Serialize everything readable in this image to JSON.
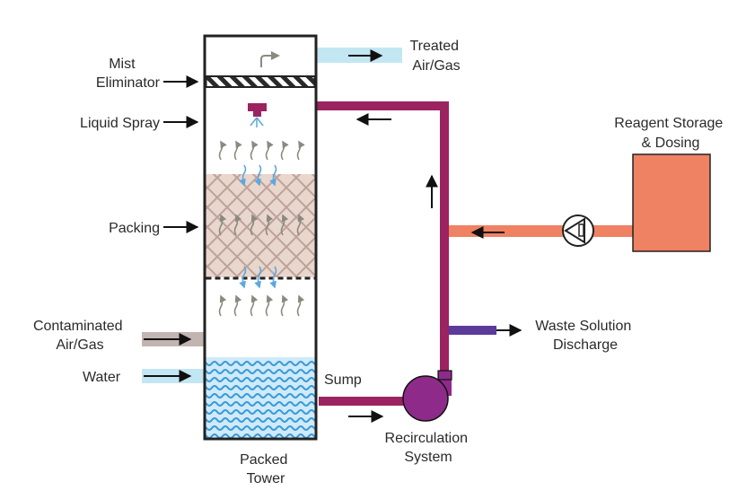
{
  "labels": {
    "mist_eliminator": [
      "Mist",
      "Eliminator"
    ],
    "liquid_spray": "Liquid Spray",
    "packing": "Packing",
    "contaminated": [
      "Contaminated",
      "Air/Gas"
    ],
    "water": "Water",
    "treated": [
      "Treated",
      "Air/Gas"
    ],
    "reagent": [
      "Reagent Storage",
      "& Dosing"
    ],
    "waste": [
      "Waste Solution",
      "Discharge"
    ],
    "sump": "Sump",
    "recirculation": [
      "Recirculation",
      "System"
    ],
    "packed_tower": [
      "Packed",
      "Tower"
    ]
  },
  "colors": {
    "recirc_pipe": "#9b2360",
    "pump": "#8e2b8a",
    "reagent_tank": "#ef8263",
    "reagent_pipe": "#ef8263",
    "waste_pipe": "#5b3a9a",
    "water_pipe": "#c3e6f3",
    "treated_pipe": "#c3e6f3",
    "contaminated_pipe": "#c2b4b0",
    "packing_fill": "#e9d6cc",
    "packing_lines": "#bba29a",
    "sump_water": "#cfeaf8",
    "sump_waves": "#3a9ad8",
    "gas_arrow": "#8a8a80",
    "liquid_arrow": "#5ca7de",
    "outline": "#222222"
  },
  "icons": {
    "pump_symbol": "circle-pump-icon",
    "outlet_turn": "curved-outlet-arrow-icon"
  }
}
